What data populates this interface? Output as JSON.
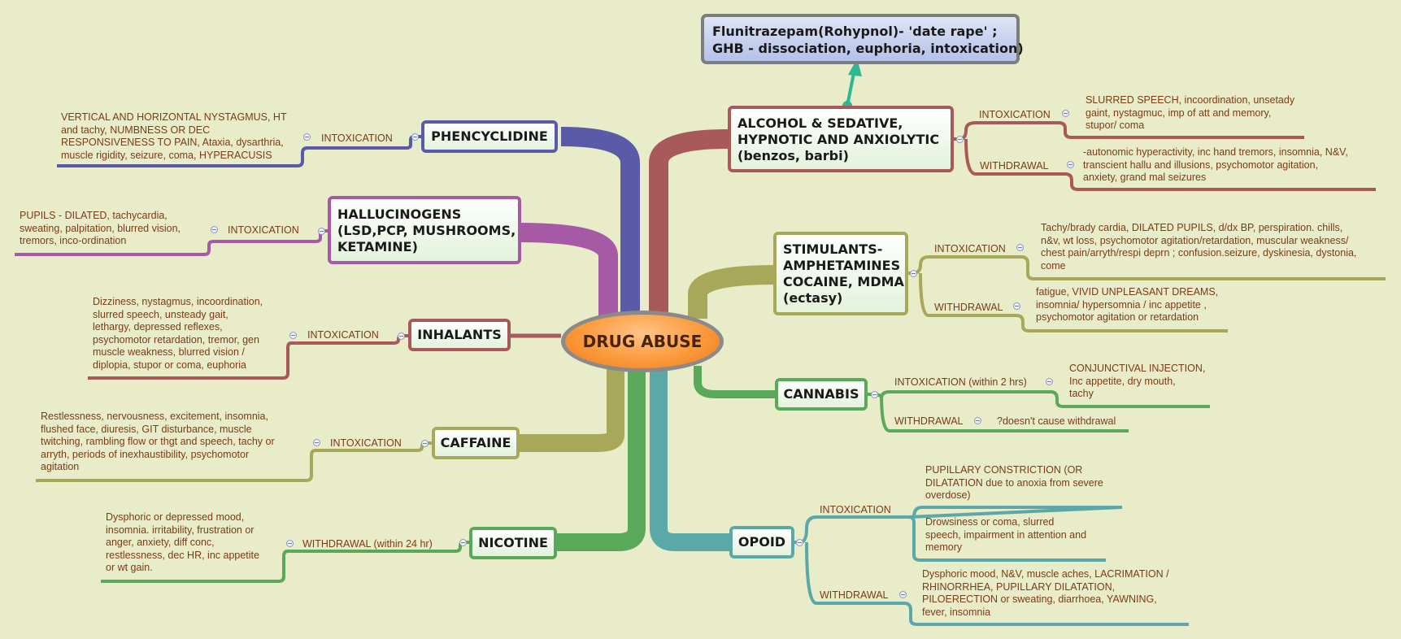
{
  "center": "DRUG ABUSE",
  "callout": {
    "lines": [
      "Flunitrazepam(Rohypnol)- 'date rape' ;",
      "GHB - dissociation, euphoria, intoxication)"
    ],
    "arrow_color": "#2bb893"
  },
  "colors": {
    "phencyclidine": "#5a5aa8",
    "alcohol": "#a85a5a",
    "hallucinogens": "#a65aa6",
    "stimulants": "#a8a85a",
    "inhalants": "#a85a5a",
    "cannabis": "#5aa85a",
    "caffeine": "#a8a85a",
    "nicotine": "#5aa85a",
    "opoid": "#5aa8a8",
    "center_fill": "#fb9a3c",
    "text": "#7a3b17",
    "background": "#e9ecc9"
  },
  "topics": {
    "phencyclidine": {
      "name": [
        "PHENCYCLIDINE"
      ],
      "intoxication_label": "INTOXICATION",
      "intoxication": [
        "VERTICAL AND HORIZONTAL NYSTAGMUS, HT",
        "and tachy, NUMBNESS OR DEC",
        "RESPONSIVENESS TO PAIN, Ataxia, dysarthria,",
        "muscle rigidity, seizure, coma, HYPERACUSIS"
      ]
    },
    "hallucinogens": {
      "name": [
        "HALLUCINOGENS",
        "(LSD,PCP, MUSHROOMS,",
        "KETAMINE)"
      ],
      "intoxication_label": "INTOXICATION",
      "intoxication": [
        "PUPILS - DILATED, tachycardia,",
        "sweating, palpitation, blurred vision,",
        "tremors, inco-ordination"
      ]
    },
    "inhalants": {
      "name": [
        "INHALANTS"
      ],
      "intoxication_label": "INTOXICATION",
      "intoxication": [
        "Dizziness, nystagmus, incoordination,",
        "slurred speech, unsteady gait,",
        "lethargy, depressed reflexes,",
        "psychomotor retardation, tremor, gen",
        "muscle weakness, blurred vision /",
        "diplopia, stupor or coma, euphoria"
      ]
    },
    "caffeine": {
      "name": [
        "CAFFAINE"
      ],
      "intoxication_label": "INTOXICATION",
      "intoxication": [
        "Restlessness, nervousness, excitement, insomnia,",
        "flushed face, diuresis, GIT disturbance, muscle",
        "twitching, rambling flow or thgt and speech, tachy or",
        "arryth, periods of inexhaustibility, psychomotor",
        "agitation"
      ]
    },
    "nicotine": {
      "name": [
        "NICOTINE"
      ],
      "withdrawal_label": "WITHDRAWAL (within 24 hr)",
      "withdrawal": [
        "Dysphoric or depressed mood,",
        "insomnia. irritability, frustration or",
        "anger, anxiety, diff conc,",
        "restlessness, dec HR, inc appetite",
        "or wt gain."
      ]
    },
    "alcohol": {
      "name": [
        "ALCOHOL & SEDATIVE,",
        "HYPNOTIC AND ANXIOLYTIC",
        "(benzos, barbi)"
      ],
      "intoxication_label": "INTOXICATION",
      "intoxication": [
        "SLURRED SPEECH, incoordination, unsetady",
        "gaint, nystagmuc, imp of att and memory,",
        "stupor/ coma"
      ],
      "withdrawal_label": "WITHDRAWAL",
      "withdrawal": [
        "-autonomic hyperactivity, inc hand tremors, insomnia, N&V,",
        "transcient hallu and illusions, psychomotor agitation,",
        "anxiety, grand mal seizures"
      ]
    },
    "stimulants": {
      "name": [
        "STIMULANTS-",
        "AMPHETAMINES",
        "COCAINE, MDMA",
        "(ectasy)"
      ],
      "intoxication_label": "INTOXICATION",
      "intoxication": [
        "Tachy/brady cardia, DILATED PUPILS, d/dx BP, perspiration. chills,",
        "n&v, wt loss, psychomotor agitation/retardation, muscular weakness/",
        "chest pain/arryth/respi deprn ; confusion.seizure, dyskinesia, dystonia,",
        "come"
      ],
      "withdrawal_label": "WITHDRAWAL",
      "withdrawal": [
        "fatigue, VIVID UNPLEASANT DREAMS,",
        "insomnia/ hypersomnia / inc appetite ,",
        "psychomotor agitation or retardation"
      ]
    },
    "cannabis": {
      "name": [
        "CANNABIS"
      ],
      "intoxication_label": "INTOXICATION (within 2 hrs)",
      "intoxication": [
        "CONJUNCTIVAL INJECTION,",
        "Inc appetite, dry mouth,",
        "tachy"
      ],
      "withdrawal_label": "WITHDRAWAL",
      "withdrawal": [
        "?doesn't cause withdrawal"
      ]
    },
    "opoid": {
      "name": [
        "OPOID"
      ],
      "intoxication_label": "INTOXICATION",
      "intoxication_a": [
        "PUPILLARY CONSTRICTION (OR",
        "DILATATION due to anoxia from severe",
        " overdose)"
      ],
      "intoxication_b": [
        "Drowsiness  or coma, slurred",
        "speech, impairment in attention and",
        "memory"
      ],
      "withdrawal_label": "WITHDRAWAL",
      "withdrawal": [
        "Dysphoric mood, N&V, muscle aches, LACRIMATION /",
        "RHINORRHEA,  PUPILLARY DILATATION,",
        "PILOERECTION or sweating, diarrhoea, YAWNING,",
        "fever, insomnia"
      ]
    }
  }
}
